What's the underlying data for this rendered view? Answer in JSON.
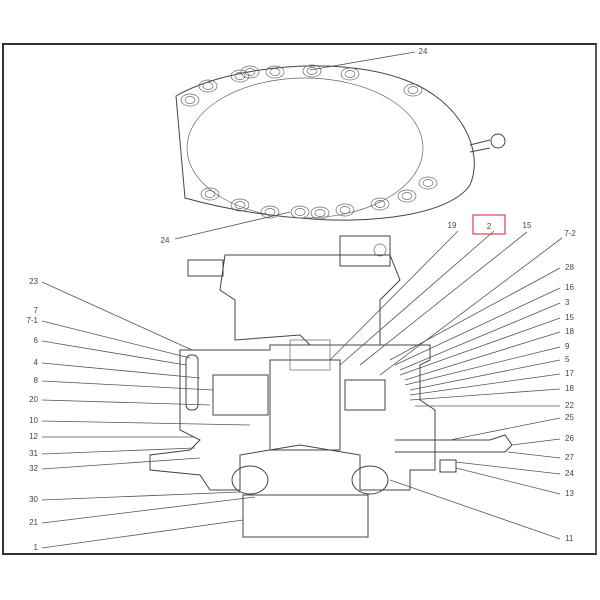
{
  "diagram": {
    "highlight_color": "#e0404a",
    "highlighted_label": "2",
    "labels": [
      "24",
      "24",
      "19",
      "2",
      "15",
      "7-2",
      "28",
      "16",
      "3",
      "15",
      "18",
      "9",
      "5",
      "17",
      "18",
      "22",
      "25",
      "26",
      "27",
      "24",
      "13",
      "11",
      "23",
      "7",
      "7-1",
      "6",
      "4",
      "8",
      "20",
      "10",
      "12",
      "31",
      "32",
      "30",
      "21",
      "1"
    ]
  }
}
